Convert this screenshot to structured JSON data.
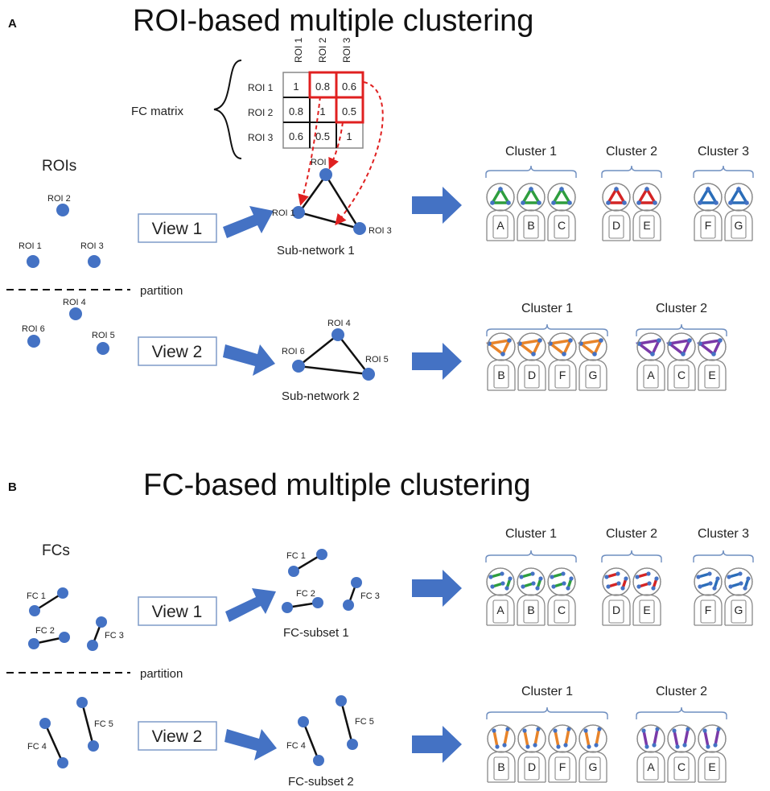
{
  "panels": {
    "a": {
      "letter": "A",
      "title": "ROI-based multiple clustering",
      "rois_heading": "ROIs",
      "roi_labels": [
        "ROI 1",
        "ROI 2",
        "ROI 3",
        "ROI 4",
        "ROI 5",
        "ROI 6"
      ],
      "fc_matrix": {
        "label": "FC matrix",
        "col_headers": [
          "ROI 1",
          "ROI 2",
          "ROI 3"
        ],
        "row_headers": [
          "ROI 1",
          "ROI 2",
          "ROI 3"
        ],
        "values": [
          [
            "1",
            "0.8",
            "0.6"
          ],
          [
            "0.8",
            "1",
            "0.5"
          ],
          [
            "0.6",
            "0.5",
            "1"
          ]
        ]
      },
      "partition_label": "partition",
      "view1": {
        "label": "View 1",
        "subnetwork_label": "Sub-network 1",
        "node_labels": [
          "ROI 1",
          "ROI 2",
          "ROI 3"
        ],
        "clusters": [
          {
            "name": "Cluster 1",
            "members": [
              "A",
              "B",
              "C"
            ],
            "color": "#2e9e3e"
          },
          {
            "name": "Cluster 2",
            "members": [
              "D",
              "E"
            ],
            "color": "#d42424"
          },
          {
            "name": "Cluster 3",
            "members": [
              "F",
              "G"
            ],
            "color": "#2a6db8"
          }
        ]
      },
      "view2": {
        "label": "View 2",
        "subnetwork_label": "Sub-network 2",
        "node_labels": [
          "ROI 4",
          "ROI 5",
          "ROI 6"
        ],
        "clusters": [
          {
            "name": "Cluster 1",
            "members": [
              "B",
              "D",
              "F",
              "G"
            ],
            "color": "#e8842a"
          },
          {
            "name": "Cluster 2",
            "members": [
              "A",
              "C",
              "E"
            ],
            "color": "#7a3aa8"
          }
        ]
      }
    },
    "b": {
      "letter": "B",
      "title": "FC-based multiple clustering",
      "fcs_heading": "FCs",
      "fc_labels": [
        "FC 1",
        "FC 2",
        "FC 3",
        "FC 4",
        "FC 5"
      ],
      "partition_label": "partition",
      "view1": {
        "label": "View 1",
        "subset_label": "FC-subset 1",
        "clusters": [
          {
            "name": "Cluster 1",
            "members": [
              "A",
              "B",
              "C"
            ],
            "color": "#2e9e3e"
          },
          {
            "name": "Cluster 2",
            "members": [
              "D",
              "E"
            ],
            "color": "#d42424"
          },
          {
            "name": "Cluster 3",
            "members": [
              "F",
              "G"
            ],
            "color": "#2a6db8"
          }
        ]
      },
      "view2": {
        "label": "View 2",
        "subset_label": "FC-subset 2",
        "clusters": [
          {
            "name": "Cluster 1",
            "members": [
              "B",
              "D",
              "F",
              "G"
            ],
            "color": "#e8842a"
          },
          {
            "name": "Cluster 2",
            "members": [
              "A",
              "C",
              "E"
            ],
            "color": "#7a3aa8"
          }
        ]
      }
    }
  },
  "colors": {
    "node": "#4472c4",
    "arrow": "#4472c4",
    "edge": "#111111",
    "highlight": "#e02020",
    "bracket": "#6f8fc0",
    "box_border": "#7f9bc8"
  }
}
